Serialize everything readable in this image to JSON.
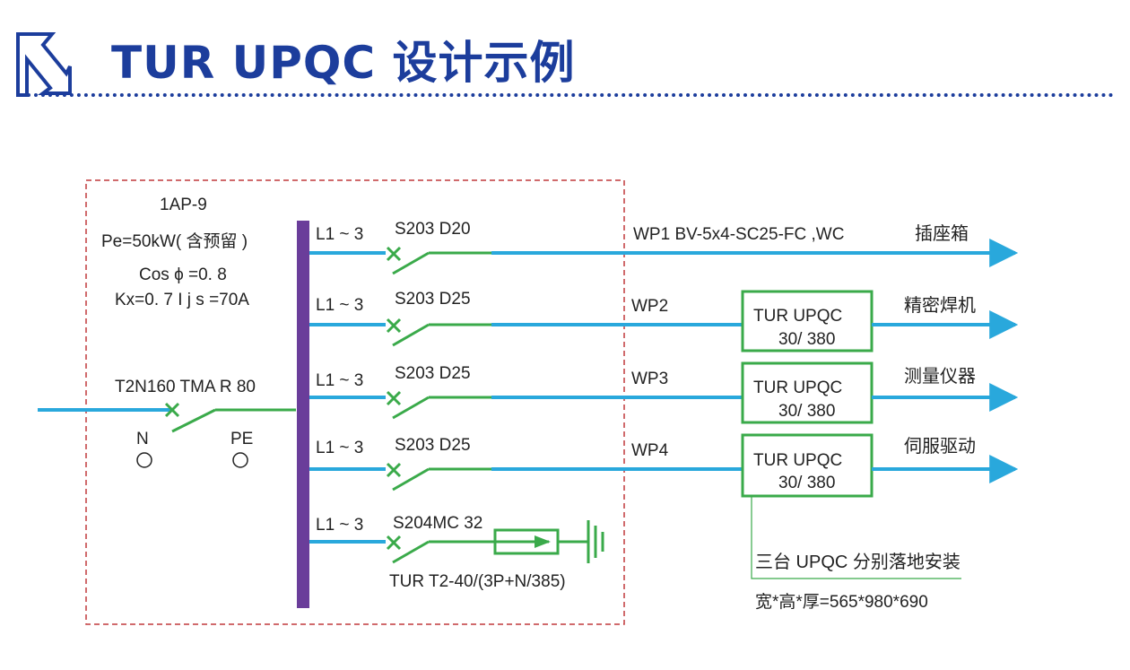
{
  "header": {
    "title": "TUR UPQC 设计示例"
  },
  "panel": {
    "id": "1AP-9",
    "pe": "Pe=50kW( 含预留 )",
    "cos": "Cos ϕ =0. 8",
    "kx": "Kx=0. 7  I j s =70A",
    "main_breaker": "T2N160 TMA R 80",
    "terminal_n": "N",
    "terminal_pe": "PE"
  },
  "branches": [
    {
      "phase": "L1 ~ 3",
      "breaker": "S203  D20",
      "circuit": "WP1  BV-5x4-SC25-FC ,WC",
      "load": "插座箱"
    },
    {
      "phase": "L1 ~ 3",
      "breaker": "S203  D25",
      "circuit": "WP2",
      "device_line1": "TUR UPQC",
      "device_line2": "30/ 380",
      "load": "精密焊机"
    },
    {
      "phase": "L1 ~ 3",
      "breaker": "S203  D25",
      "circuit": "WP3",
      "device_line1": "TUR UPQC",
      "device_line2": "30/ 380",
      "load": "测量仪器"
    },
    {
      "phase": "L1 ~ 3",
      "breaker": "S203  D25",
      "circuit": "WP4",
      "device_line1": "TUR UPQC",
      "device_line2": "30/ 380",
      "load": "伺服驱动"
    },
    {
      "phase": "L1 ~ 3",
      "breaker": "S204MC 32",
      "spd": "TUR T2-40/(3P+N/385)"
    }
  ],
  "notes": {
    "install": "三台 UPQC  分别落地安装",
    "dimensions": "宽*高*厚=565*980*690"
  },
  "colors": {
    "title_blue": "#1c3d9c",
    "line_blue": "#29a8dc",
    "breaker_green": "#3aaa4a",
    "bus_purple": "#6a3d9a",
    "frame_red": "#c0393b"
  }
}
